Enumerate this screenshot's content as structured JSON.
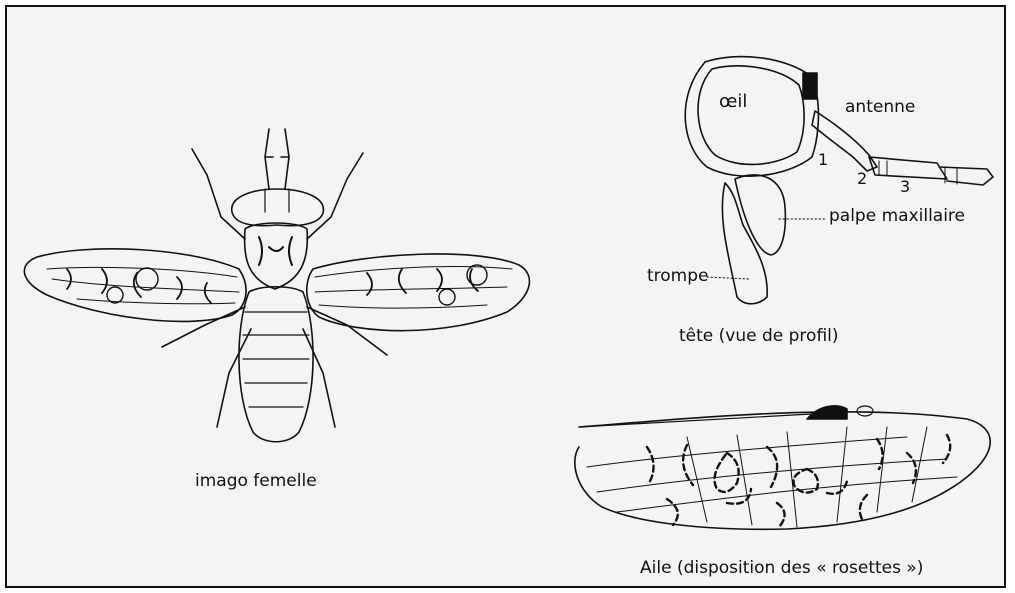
{
  "labels": {
    "imago": "imago femelle",
    "eye": "œil",
    "antenna": "antenne",
    "segment_1": "1",
    "segment_2": "2",
    "segment_3": "3",
    "palp": "palpe maxillaire",
    "proboscis": "trompe",
    "head_caption": "tête (vue de profil)",
    "wing_caption": "Aile (disposition des « rosettes »)"
  },
  "colors": {
    "ink": "#111111",
    "paper": "#f4f4f2",
    "border": "#111111"
  }
}
